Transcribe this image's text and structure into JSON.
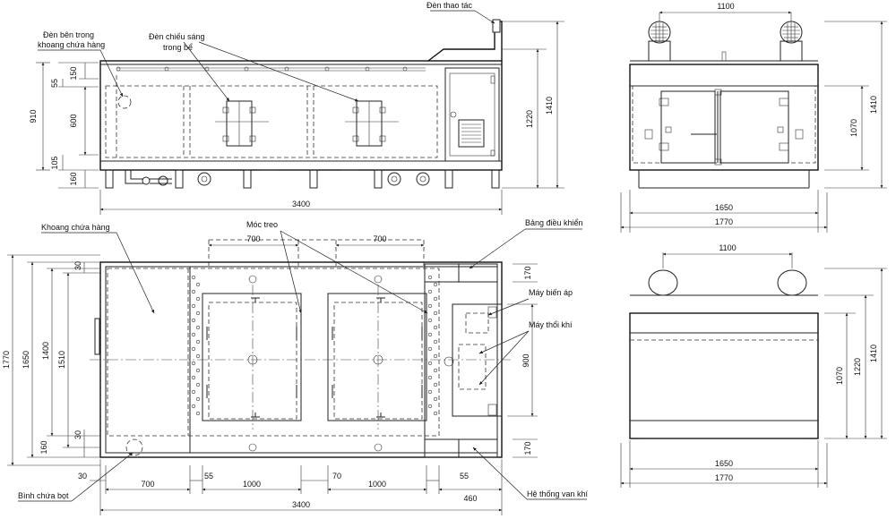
{
  "labels": {
    "operator_light": "Đèn thao tác",
    "cargo_light_line1": "Đèn bên trong",
    "cargo_light_line2": "khoang chứa hàng",
    "tank_light_line1": "Đèn chiếu sáng",
    "tank_light_line2": "trong bể",
    "cargo_compartment": "Khoang chứa hàng",
    "hanging_hook": "Móc treo",
    "control_panel": "Bảng điều khiển",
    "transformer": "Máy biến áp",
    "blower": "Máy thổi khí",
    "foam_tank": "Bình chứa bọt",
    "air_valve_system": "Hệ thống van khí"
  },
  "dimensions": {
    "side": {
      "d150": "150",
      "d55": "55",
      "d600": "600",
      "d105": "105",
      "d160": "160",
      "d910": "910",
      "d1220": "1220",
      "d1410": "1410",
      "d3400": "3400"
    },
    "plan": {
      "d700a": "700",
      "d700b": "700",
      "d1770": "1770",
      "d1650": "1650",
      "d1400": "1400",
      "d1510": "1510",
      "d30a": "30",
      "d30b": "30",
      "d160": "160",
      "d170a": "170",
      "d170b": "170",
      "d900": "900",
      "b30": "30",
      "b700": "700",
      "b55a": "55",
      "b1000a": "1000",
      "b70": "70",
      "b1000b": "1000",
      "b55b": "55",
      "b460": "460",
      "b3400": "3400"
    },
    "end_top": {
      "d1100": "1100",
      "d1410": "1410",
      "d1070": "1070",
      "d1650": "1650",
      "d1770": "1770"
    },
    "end_bottom": {
      "d1100": "1100",
      "d1070": "1070",
      "d1220": "1220",
      "d1410": "1410",
      "d1650": "1650",
      "d1770": "1770"
    }
  }
}
